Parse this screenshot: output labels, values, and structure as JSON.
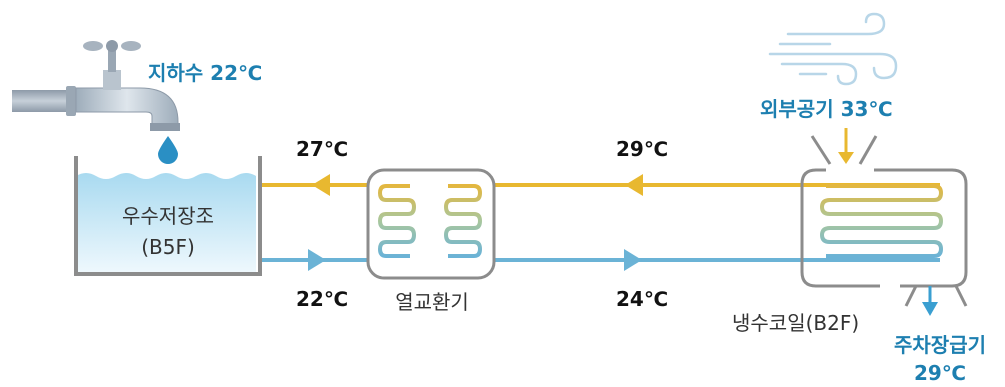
{
  "labels": {
    "groundwater": "지하수 22℃",
    "outside_air": "외부공기 33℃",
    "tank_name": "우수저장조",
    "tank_floor": "(B5F)",
    "temp_top_left": "27℃",
    "temp_top_right": "29℃",
    "temp_bottom_left": "22℃",
    "temp_bottom_right": "24℃",
    "heat_exchanger": "열교환기",
    "cooling_coil": "냉수코일(B2F)",
    "parking_supply": "주차장급기",
    "parking_temp": "29℃"
  },
  "colors": {
    "warm_line": "#e8b830",
    "cool_line": "#6bb3d6",
    "label_blue": "#1d7fb0",
    "outline_gray": "#888888",
    "water_blue": "#c8e8f6"
  },
  "icons": {
    "faucet": "faucet-icon",
    "water_drop": "water-drop-icon",
    "wind": "wind-icon"
  }
}
